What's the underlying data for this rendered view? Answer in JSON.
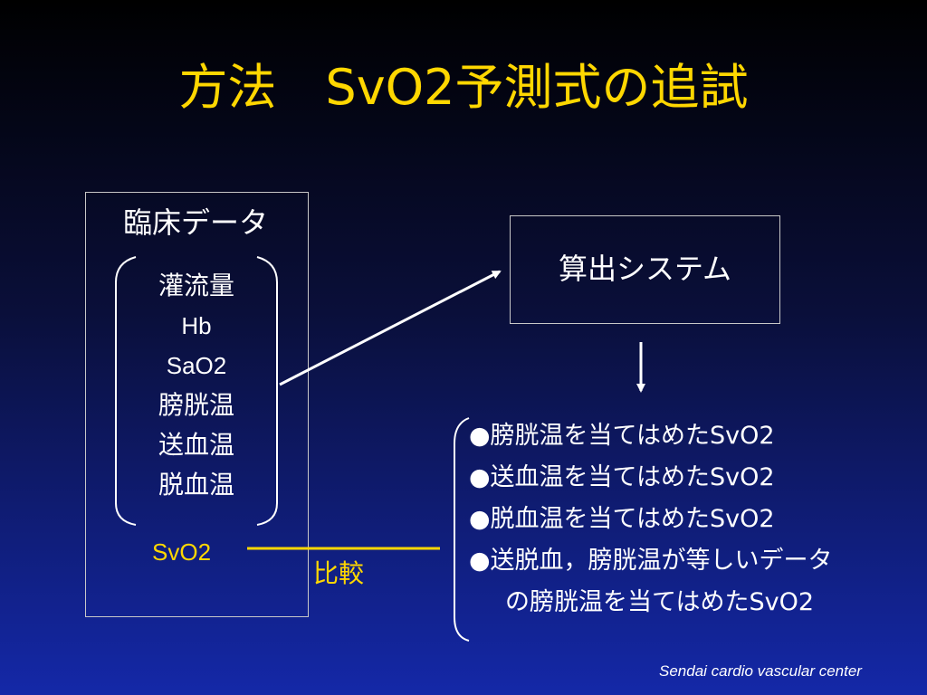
{
  "title": "方法　SvO2予測式の追試",
  "clinical_data": {
    "heading": "臨床データ",
    "parameters": [
      "灌流量",
      "Hb",
      "SaO2",
      "膀胱温",
      "送血温",
      "脱血温"
    ],
    "svo2_label": "SvO2"
  },
  "calculation_system": {
    "label": "算出システム"
  },
  "comparison_label": "比較",
  "results": {
    "items": [
      "●膀胱温を当てはめたSvO2",
      "●送血温を当てはめたSvO2",
      "●脱血温を当てはめたSvO2",
      "●送脱血，膀胱温が等しいデータ",
      "の膀胱温を当てはめたSvO2"
    ]
  },
  "footer": "Sendai cardio vascular center",
  "colors": {
    "title": "#ffd700",
    "accent": "#ffd700",
    "text": "#ffffff",
    "box_border": "#c8c8c8",
    "background_top": "#000000",
    "background_bottom": "#1428a8"
  }
}
